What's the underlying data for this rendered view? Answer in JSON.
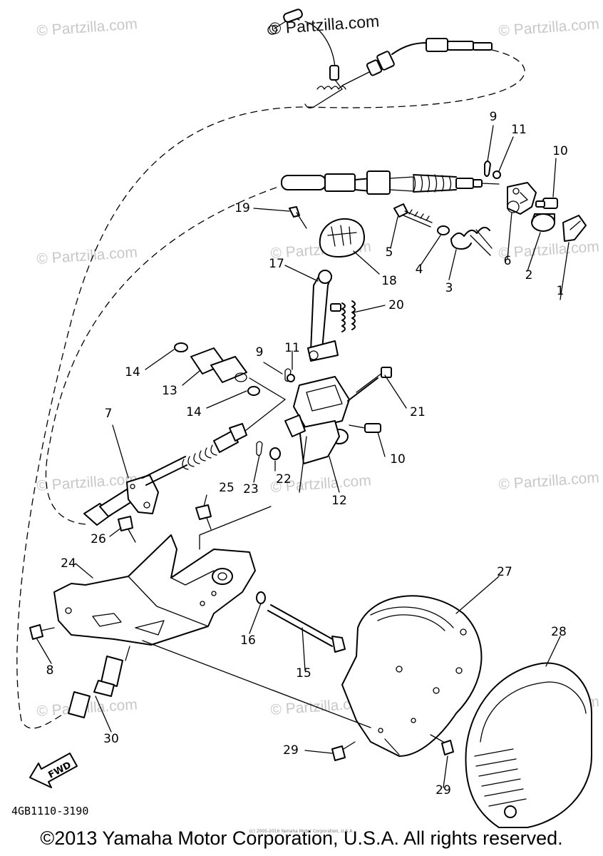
{
  "watermarks": {
    "top": "© Partzilla.com",
    "repeat": "© Partzilla.com"
  },
  "fwd_label": "FWD",
  "diagram_code": "4GB1110-3190",
  "copyright": "©2013 Yamaha Motor Corporation, U.S.A. All rights reserved.",
  "copyright_small": "(c) 2005-2016 Yamaha Motor Corporation, U.S.A.",
  "callouts": {
    "c1": "1",
    "c2": "2",
    "c3": "3",
    "c4": "4",
    "c5": "5",
    "c6": "6",
    "c7": "7",
    "c8": "8",
    "c9a": "9",
    "c9b": "9",
    "c10a": "10",
    "c10b": "10",
    "c11a": "11",
    "c11b": "11",
    "c12": "12",
    "c13": "13",
    "c14a": "14",
    "c14b": "14",
    "c15": "15",
    "c16": "16",
    "c17": "17",
    "c18": "18",
    "c19": "19",
    "c20": "20",
    "c21": "21",
    "c22": "22",
    "c23": "23",
    "c24": "24",
    "c25": "25",
    "c26": "26",
    "c27": "27",
    "c28": "28",
    "c29a": "29",
    "c29b": "29",
    "c30": "30"
  },
  "colors": {
    "line": "#000000",
    "watermark": "#c8c8c8",
    "background": "#ffffff"
  }
}
